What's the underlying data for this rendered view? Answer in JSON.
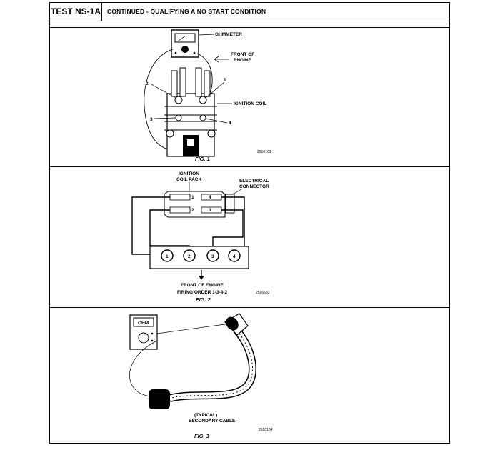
{
  "header": {
    "test_id": "TEST NS-1A",
    "title": "CONTINUED - QUALIFYING A NO START CONDITION"
  },
  "fig1": {
    "ohmmeter": "OHMMETER",
    "front_line1": "FRONT OF",
    "front_line2": "ENGINE",
    "ignition_coil": "IGNITION COIL",
    "terminal_1": "1",
    "terminal_2": "2",
    "terminal_3": "3",
    "terminal_4": "4",
    "code": "2510103",
    "caption": "FIG. 1"
  },
  "fig2": {
    "coil_pack_line1": "IGNITION",
    "coil_pack_line2": "COIL PACK",
    "connector_line1": "ELECTRICAL",
    "connector_line2": "CONNECTOR",
    "pack_1": "1",
    "pack_2": "2",
    "pack_3": "3",
    "pack_4": "4",
    "cyl_1": "1",
    "cyl_2": "2",
    "cyl_3": "3",
    "cyl_4": "4",
    "front": "FRONT OF ENGINE",
    "firing_order": "FIRING ORDER 1-3-4-2",
    "code": "2596533",
    "caption": "FIG. 2"
  },
  "fig3": {
    "meter": "OHM",
    "cable_line1": "(TYPICAL)",
    "cable_line2": "SECONDARY CABLE",
    "code": "2510104",
    "caption": "FIG. 3"
  }
}
